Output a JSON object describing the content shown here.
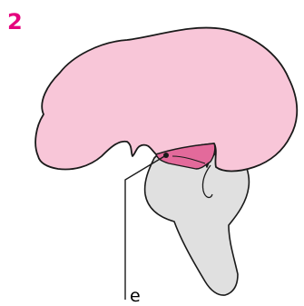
{
  "figure": {
    "panel_number": "2",
    "labels": [
      {
        "id": "e",
        "text": "e"
      }
    ]
  },
  "colors": {
    "panel_number": "#e5007e",
    "cerebrum": "#f8c6d8",
    "highlight": "#e36a9b",
    "brainstem": "#e0e0e0",
    "outline": "#1a1a1a"
  }
}
